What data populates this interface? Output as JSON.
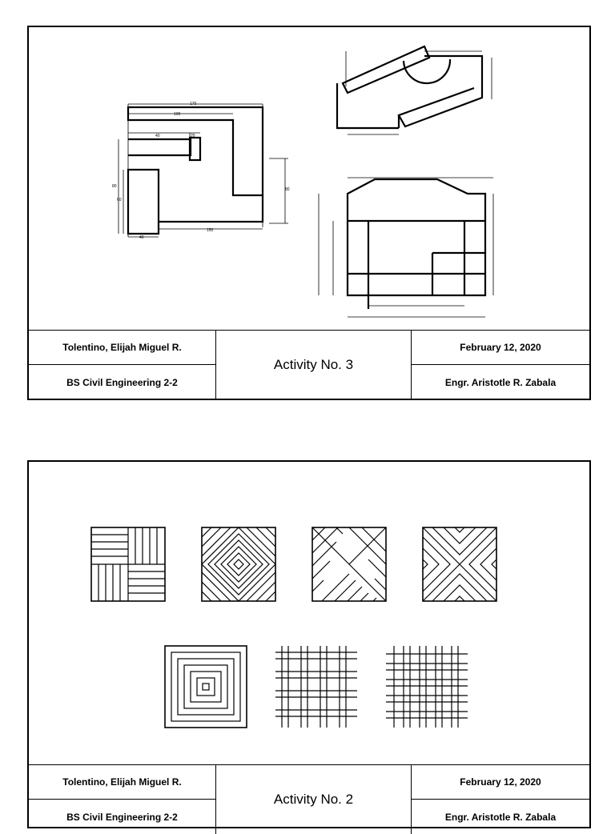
{
  "sheets": [
    {
      "student_name": "Tolentino, Elijah Miguel R.",
      "program": "BS Civil Engineering 2-2",
      "activity": "Activity No. 3",
      "date": "February 12, 2020",
      "instructor": "Engr. Aristotle R. Zabala"
    },
    {
      "student_name": "Tolentino, Elijah Miguel R.",
      "program": "BS Civil Engineering 2-2",
      "activity": "Activity No. 2",
      "date": "February 12, 2020",
      "instructor": "Engr. Aristotle R. Zabala"
    }
  ],
  "dimension_labels": [
    "170",
    "100",
    "40",
    "20",
    "80",
    "60",
    "40",
    "80",
    "150"
  ]
}
